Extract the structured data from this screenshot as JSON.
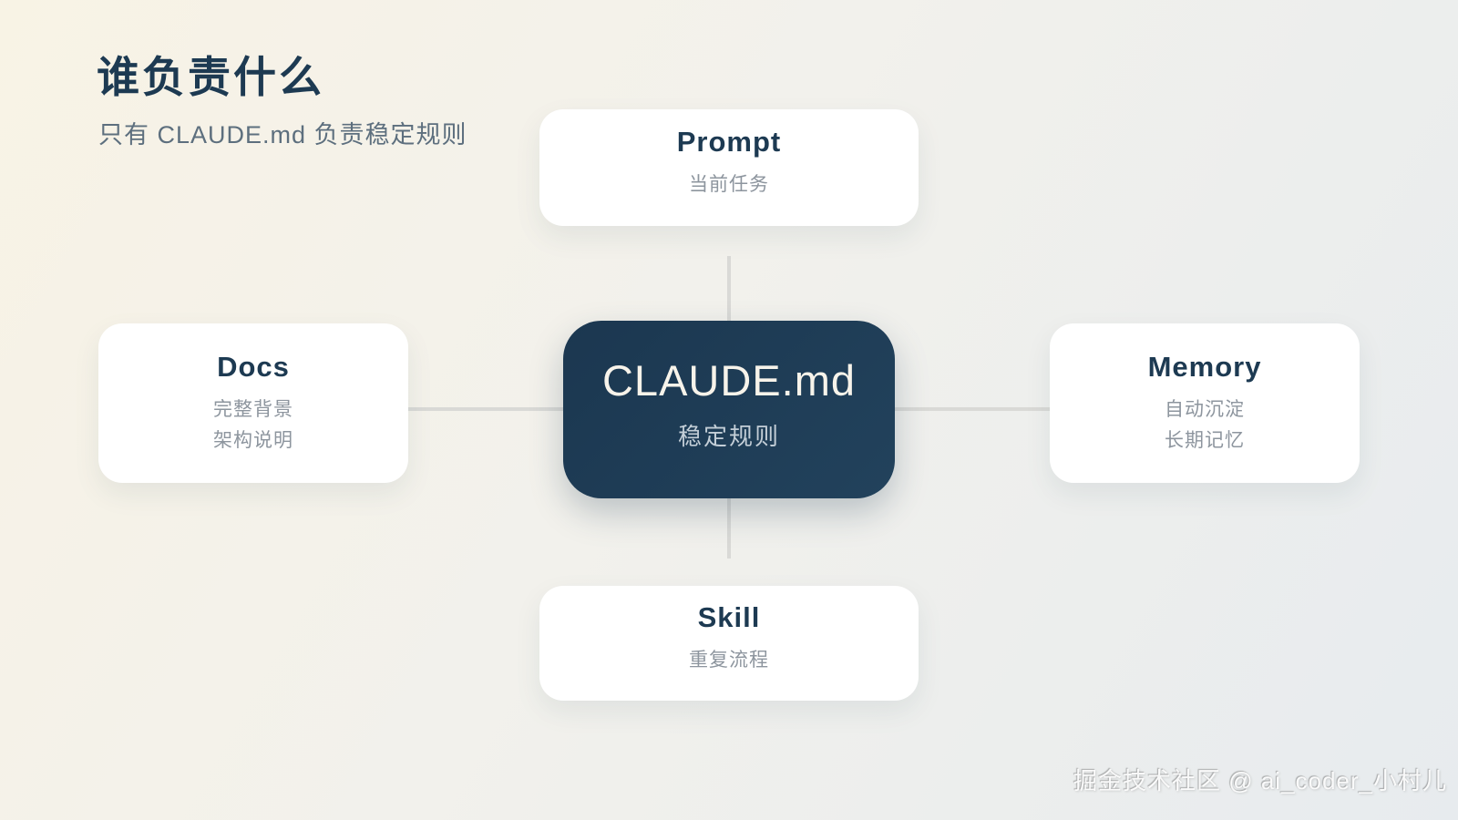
{
  "page": {
    "title": "谁负责什么",
    "subtitle": "只有 CLAUDE.md 负责稳定规则",
    "watermark": "掘金技术社区 @ ai_coder_小村儿"
  },
  "diagram": {
    "center": {
      "title": "CLAUDE.md",
      "subtitle": "稳定规则"
    },
    "nodes": [
      {
        "id": "prompt",
        "title": "Prompt",
        "lines": [
          "当前任务"
        ]
      },
      {
        "id": "docs",
        "title": "Docs",
        "lines": [
          "完整背景",
          "架构说明"
        ]
      },
      {
        "id": "memory",
        "title": "Memory",
        "lines": [
          "自动沉淀",
          "长期记忆"
        ]
      },
      {
        "id": "skill",
        "title": "Skill",
        "lines": [
          "重复流程"
        ]
      }
    ]
  },
  "colors": {
    "background_start": "#f8f3e5",
    "background_end": "#e7ebee",
    "accent_navy": "#1d3a52",
    "card_bg": "#ffffff",
    "center_card_bg": "#1e3a52",
    "center_title_text": "#f7f3ea",
    "center_subtitle_text": "#c3ced7",
    "node_subtext_gray": "#8d959e",
    "page_subtitle_gray": "#5d6f7e",
    "connector_gray": "#d9d9d6",
    "watermark_white": "#ffffff"
  }
}
